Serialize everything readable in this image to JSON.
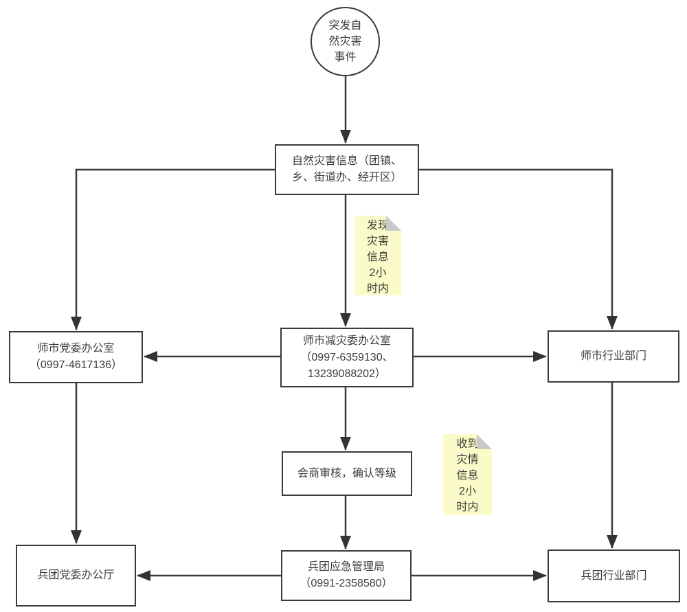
{
  "flowchart": {
    "start": {
      "label": "突发自\n然灾害\n事件"
    },
    "nodes": {
      "disaster_info": {
        "label": "自然灾害信息（团镇、\n乡、街道办、经开区）"
      },
      "shishi_dangwei_office": {
        "label": "师市党委办公室\n（0997-4617136）"
      },
      "shishi_jianzai_office": {
        "label": "师市减灾委办公室\n（0997-6359130、\n13239088202）"
      },
      "shishi_industry_dept": {
        "label": "师市行业部门"
      },
      "review_confirm": {
        "label": "会商审核，确认等级"
      },
      "bingtuan_emergency_bureau": {
        "label": "兵团应急管理局\n（0991-2358580）"
      },
      "bingtuan_dangwei_office": {
        "label": "兵团党委办公厅"
      },
      "bingtuan_industry_dept": {
        "label": "兵团行业部门"
      }
    },
    "notes": {
      "discover_deadline": {
        "text": "发现\n灾害\n信息\n2小\n时内"
      },
      "receive_deadline": {
        "text": "收到\n灾情\n信息\n2小\n时内"
      }
    },
    "colors": {
      "line": "#3a3a3a",
      "box_background": "#ffffff",
      "note_background": "#fbfbca",
      "note_fold": "#c9c9c9",
      "text": "#3c3c3c"
    }
  }
}
